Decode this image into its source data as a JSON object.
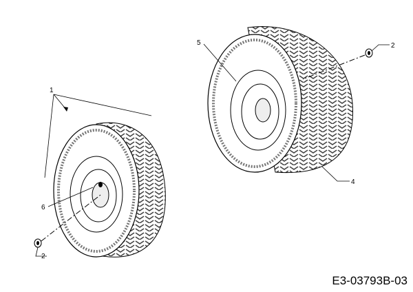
{
  "drawing_code": "E3-03793B-03",
  "callouts": [
    {
      "id": "1",
      "label": "1"
    },
    {
      "id": "2a",
      "label": "2"
    },
    {
      "id": "2b",
      "label": "2"
    },
    {
      "id": "4",
      "label": "4"
    },
    {
      "id": "5",
      "label": "5"
    },
    {
      "id": "6",
      "label": "6"
    }
  ],
  "colors": {
    "line": "#000000",
    "tread": "#555555",
    "background": "#ffffff"
  }
}
